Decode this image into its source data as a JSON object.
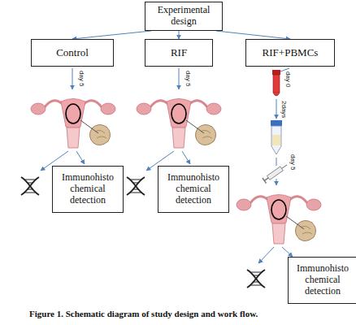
{
  "diagram": {
    "caption": "Figure 1. Schematic diagram of study design and work flow.",
    "nodes": [
      {
        "text": [
          "Experimental design"
        ]
      },
      {
        "text": [
          "Control"
        ]
      },
      {
        "text": [
          "RIF"
        ]
      },
      {
        "text": [
          "RIF+PBMCs"
        ]
      },
      {
        "text": [
          "Immunohisto chemical detection"
        ]
      },
      {
        "text": [
          "Immunohisto chemical detection"
        ]
      },
      {
        "text": [
          "Immunohisto chemical detection"
        ]
      }
    ],
    "edges": [
      {
        "from": 0,
        "to": 1,
        "arrow": "to"
      },
      {
        "from": 0,
        "to": 2,
        "arrow": "to"
      },
      {
        "from": 0,
        "to": 3,
        "arrow": "to"
      }
    ],
    "labels": [
      "day 5",
      "day 5",
      "day 0",
      "2days",
      "day 5"
    ]
  }
}
